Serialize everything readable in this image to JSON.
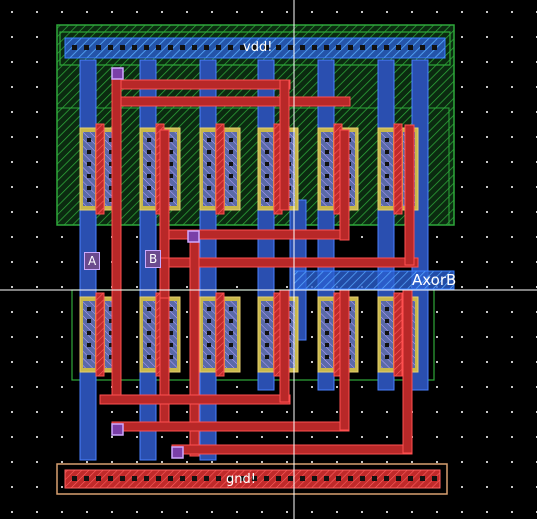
{
  "app": {
    "view": "layout-editor"
  },
  "labels": {
    "vdd": "vdd!",
    "gnd": "gnd!",
    "pin_a": "A",
    "pin_b": "B",
    "output": "AxorB"
  },
  "colors": {
    "background": "#000000",
    "grid_dot": "#c8c8c8",
    "nwell": "#2ea83a",
    "pdiff": "#b8b04a",
    "metal1": "#2a5fd0",
    "metal2": "#d23a3a",
    "poly": "#e02a2a",
    "contact": "#111111",
    "via": "#7a3fa8",
    "crosshair": "#ffffff"
  },
  "icons": {
    "crosshair": "crosshair-icon"
  }
}
